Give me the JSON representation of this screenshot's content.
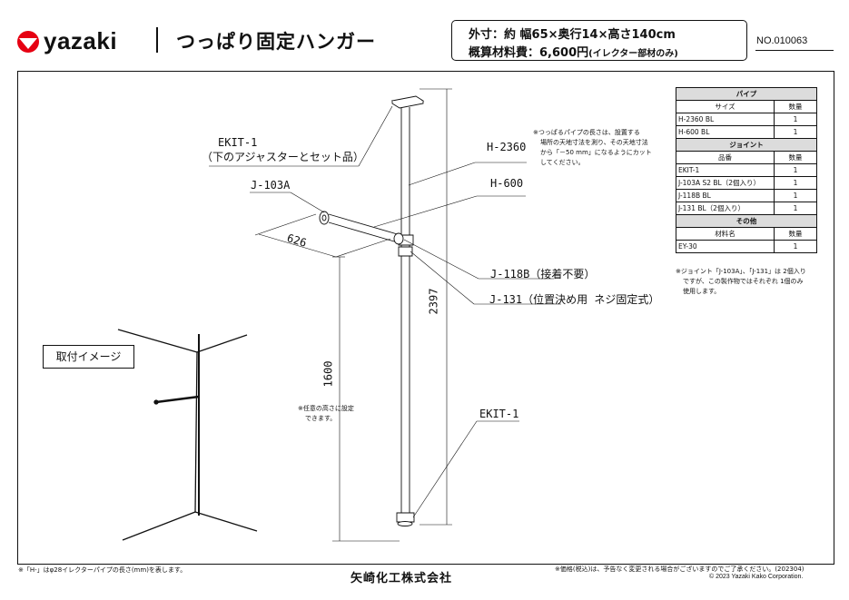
{
  "brand": {
    "name": "yazaki"
  },
  "header": {
    "title": "つっぱり固定ハンガー",
    "spec_line1": "外寸：約 幅65×奥行14×高さ140cm",
    "spec_line2_main": "概算材料費：6,600円",
    "spec_line2_note": "(イレクター部材のみ)",
    "doc_no": "NO.010063"
  },
  "parts_table": {
    "groups": [
      {
        "title": "パイプ",
        "col1": "サイズ",
        "col2": "数量",
        "rows": [
          {
            "name": "H-2360 BL",
            "qty": "1"
          },
          {
            "name": "H-600 BL",
            "qty": "1"
          }
        ]
      },
      {
        "title": "ジョイント",
        "col1": "品番",
        "col2": "数量",
        "rows": [
          {
            "name": "EKIT-1",
            "qty": "1"
          },
          {
            "name": "J-103A S2 BL（2個入り）",
            "qty": "1"
          },
          {
            "name": "J-118B BL",
            "qty": "1"
          },
          {
            "name": "J-131 BL（2個入り）",
            "qty": "1"
          }
        ]
      },
      {
        "title": "その他",
        "col1": "材料名",
        "col2": "数量",
        "rows": [
          {
            "name": "EY-30",
            "qty": "1"
          }
        ]
      }
    ],
    "note_lines": [
      "※ジョイント「J-103A」、「J-131」は 2個入り",
      "ですが、この製作物ではそれぞれ 1個のみ",
      "使用します。"
    ]
  },
  "drawing": {
    "label_ekit1_top": "EKIT-1",
    "label_ekit1_top_sub": "（下のアジャスターとセット品）",
    "label_j103a": "J-103A",
    "label_h2360": "H-2360",
    "label_h600": "H-600",
    "label_j118b": "J-118B（接着不要）",
    "label_j131": "J-131（位置決め用 ネジ固定式）",
    "label_ekit1_bottom": "EKIT-1",
    "dim_626": "626",
    "dim_2397": "2397",
    "dim_1600": "1600",
    "note_pipe_lines": [
      "※つっぱるパイプの長さは、設置する",
      "場所の天地寸法を測り、その天地寸法",
      "から「－50 mm」になるようにカット",
      "してください。"
    ],
    "note_height_lines": [
      "※任意の高さに設定",
      "できます。"
    ],
    "image_label": "取付イメージ"
  },
  "footer": {
    "left": "※「H-」はφ28イレクターパイプの長さ(mm)を表します。",
    "center": "矢崎化工株式会社",
    "right1": "※価格(税込)は、予告なく変更される場合がございますのでご了承ください。(202304)",
    "right2": "© 2023 Yazaki Kako Corporation."
  },
  "colors": {
    "brand_red": "#e60012",
    "table_header_gray": "#dcdcdc"
  }
}
